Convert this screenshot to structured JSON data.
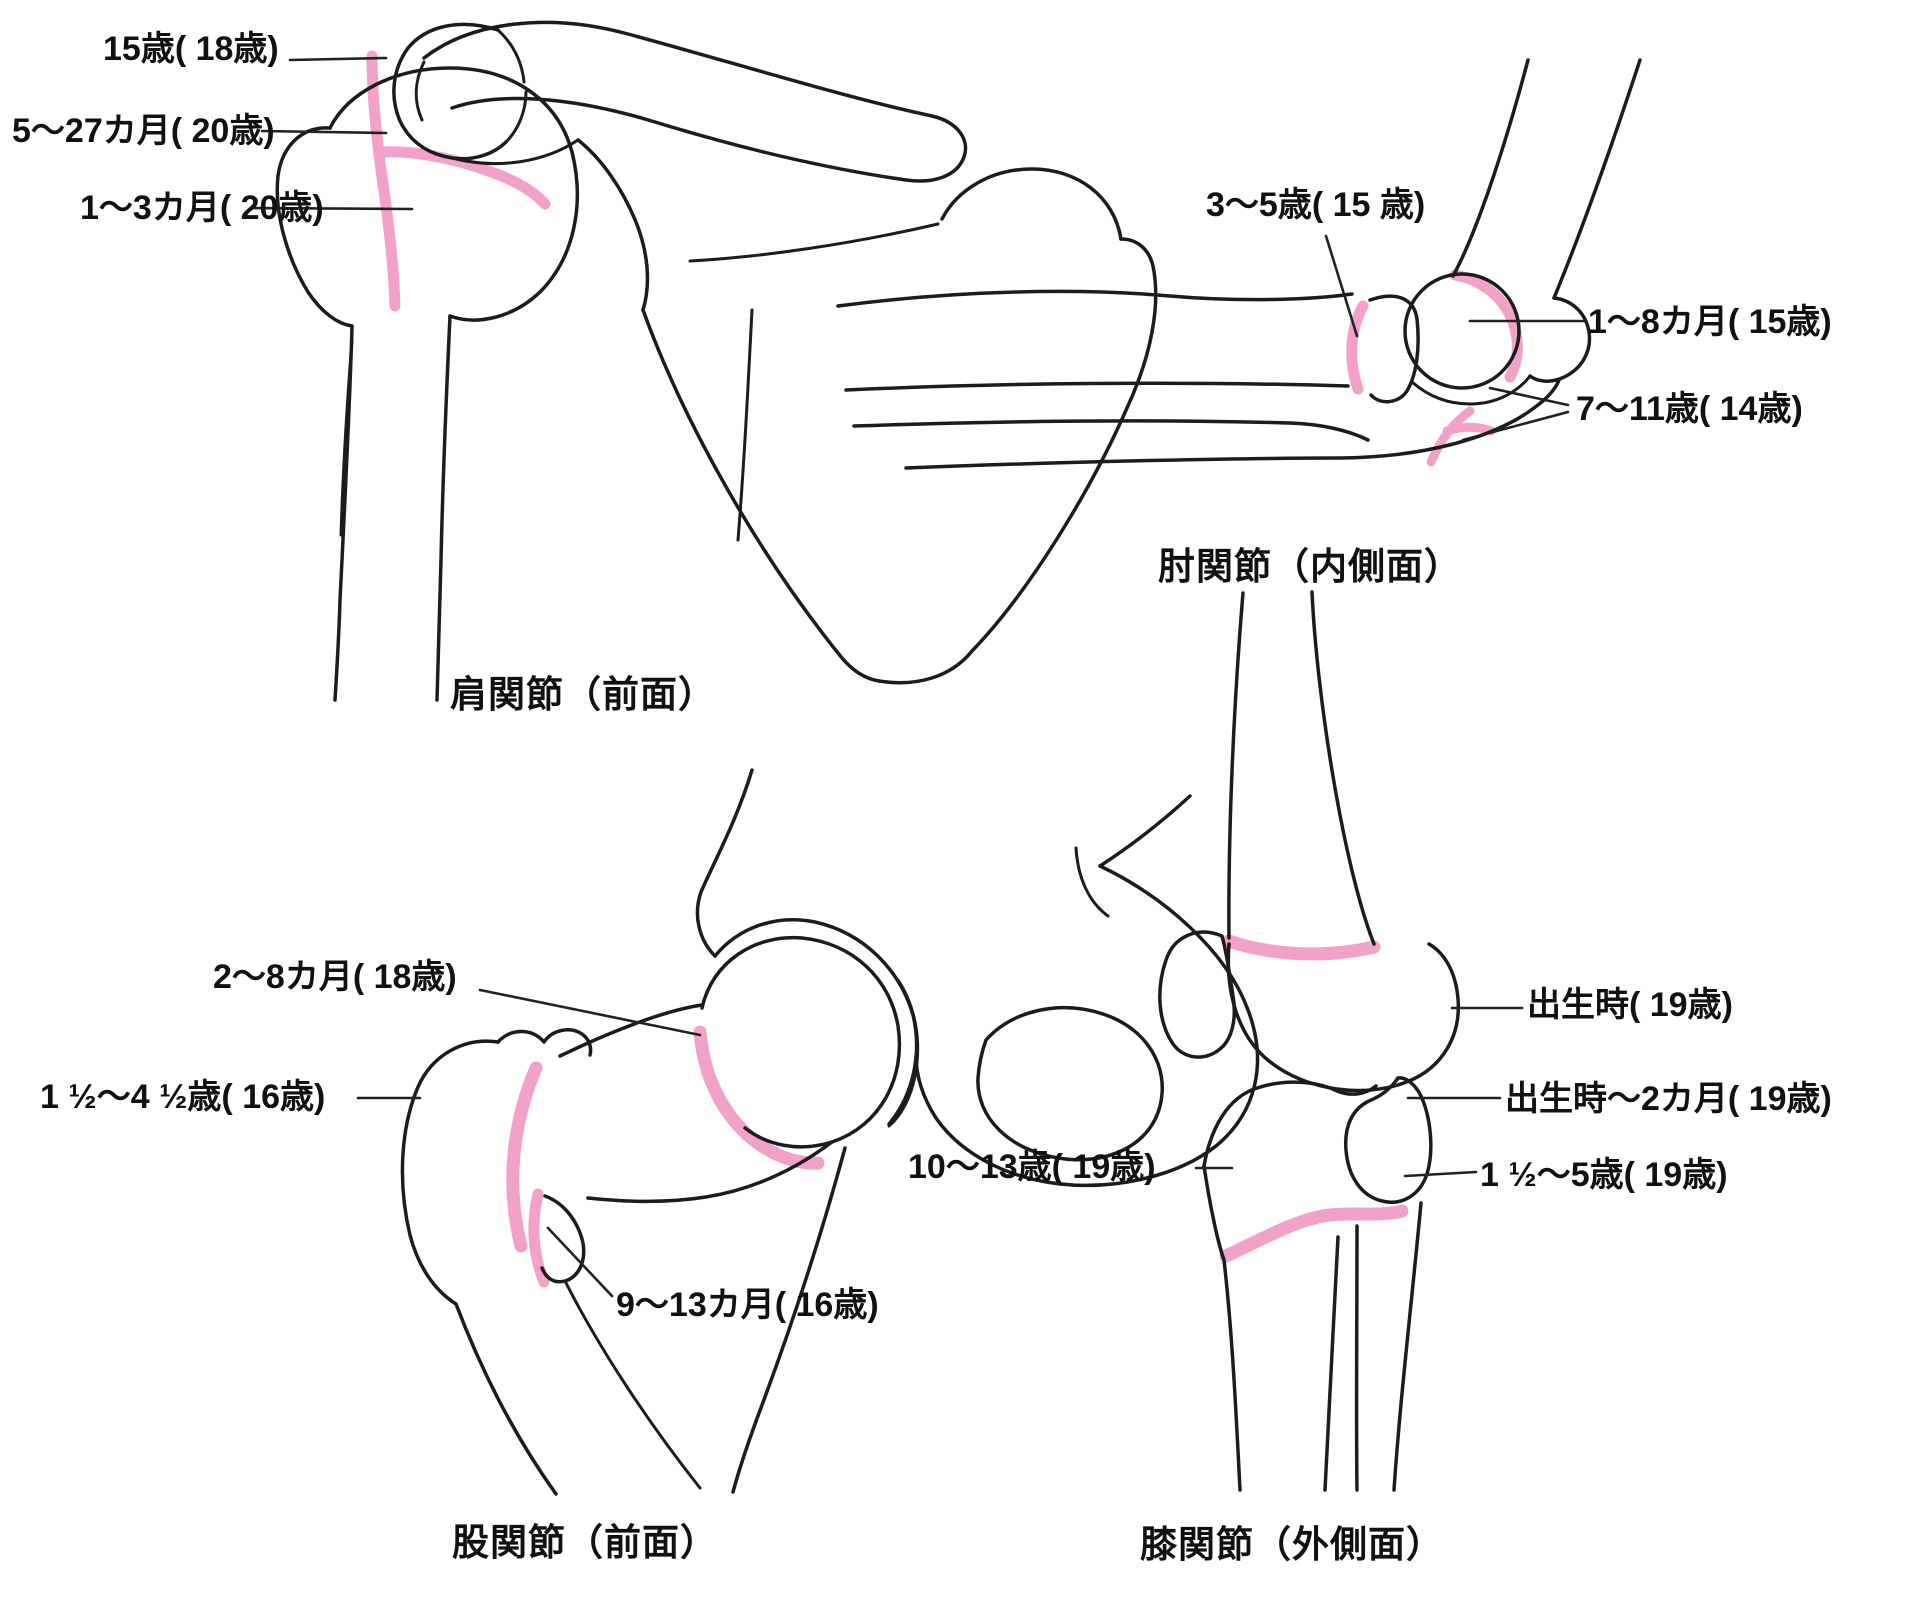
{
  "figure": {
    "background": "#ffffff",
    "colors": {
      "line": "#1c1c1c",
      "physis_pink": "#F2A2C8",
      "text": "#111111"
    },
    "panels": [
      {
        "id": "shoulder",
        "caption": "肩関節（前面）",
        "labels": [
          {
            "text": "15歳( 18歳)"
          },
          {
            "text": "5〜27カ月( 20歳)"
          },
          {
            "text": "1〜3カ月( 20歳)"
          }
        ]
      },
      {
        "id": "elbow",
        "caption": "肘関節（内側面）",
        "labels": [
          {
            "text": "3〜5歳( 15 歳)"
          },
          {
            "text": "1〜8カ月( 15歳)"
          },
          {
            "text": "7〜11歳( 14歳)"
          }
        ]
      },
      {
        "id": "hip",
        "caption": "股関節（前面）",
        "labels": [
          {
            "text": "2〜8カ月( 18歳)"
          },
          {
            "text": "1 ½〜4 ½歳( 16歳)"
          },
          {
            "text": "9〜13カ月( 16歳)"
          }
        ]
      },
      {
        "id": "knee",
        "caption": "膝関節（外側面）",
        "labels": [
          {
            "text": "出生時( 19歳)"
          },
          {
            "text": "出生時〜2カ月( 19歳)"
          },
          {
            "text": "1 ½〜5歳( 19歳)"
          },
          {
            "text": "10〜13歳( 19歳)"
          }
        ]
      }
    ]
  }
}
